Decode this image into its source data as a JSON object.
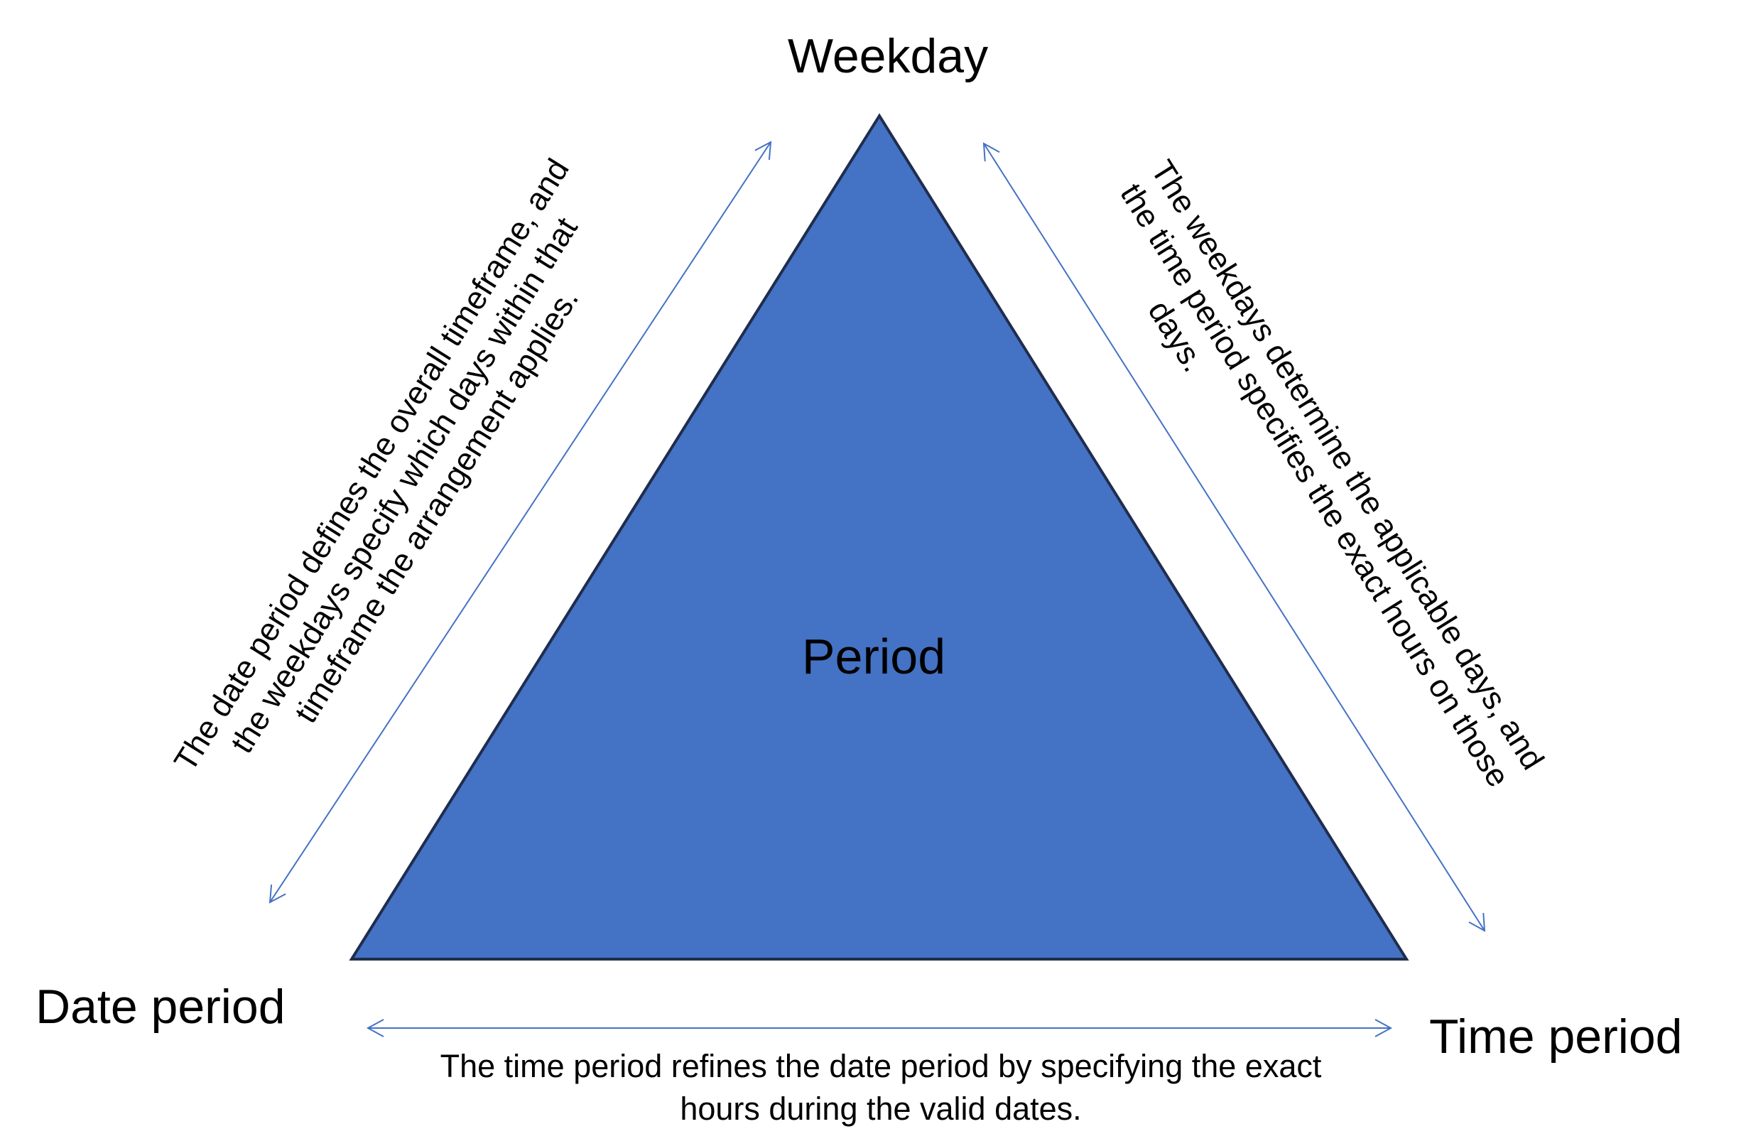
{
  "colors": {
    "triangle_fill": "#4472c4",
    "triangle_stroke": "#1f2d4d",
    "arrow": "#4472c4",
    "text": "#000000",
    "background": "#ffffff"
  },
  "vertices": {
    "top": "Weekday",
    "bottom_left": "Date period",
    "bottom_right": "Time period"
  },
  "center": "Period",
  "edges": {
    "left": {
      "lines": [
        "The date period defines the overall timeframe, and",
        "the weekdays specify which days within that",
        "timeframe the arrangement applies."
      ]
    },
    "right": {
      "lines": [
        "The weekdays determine the applicable days, and",
        "the time period specifies the exact hours on those",
        "days."
      ]
    },
    "bottom": {
      "lines": [
        "The time period refines the date period by specifying the exact",
        "hours during the valid dates."
      ]
    }
  }
}
